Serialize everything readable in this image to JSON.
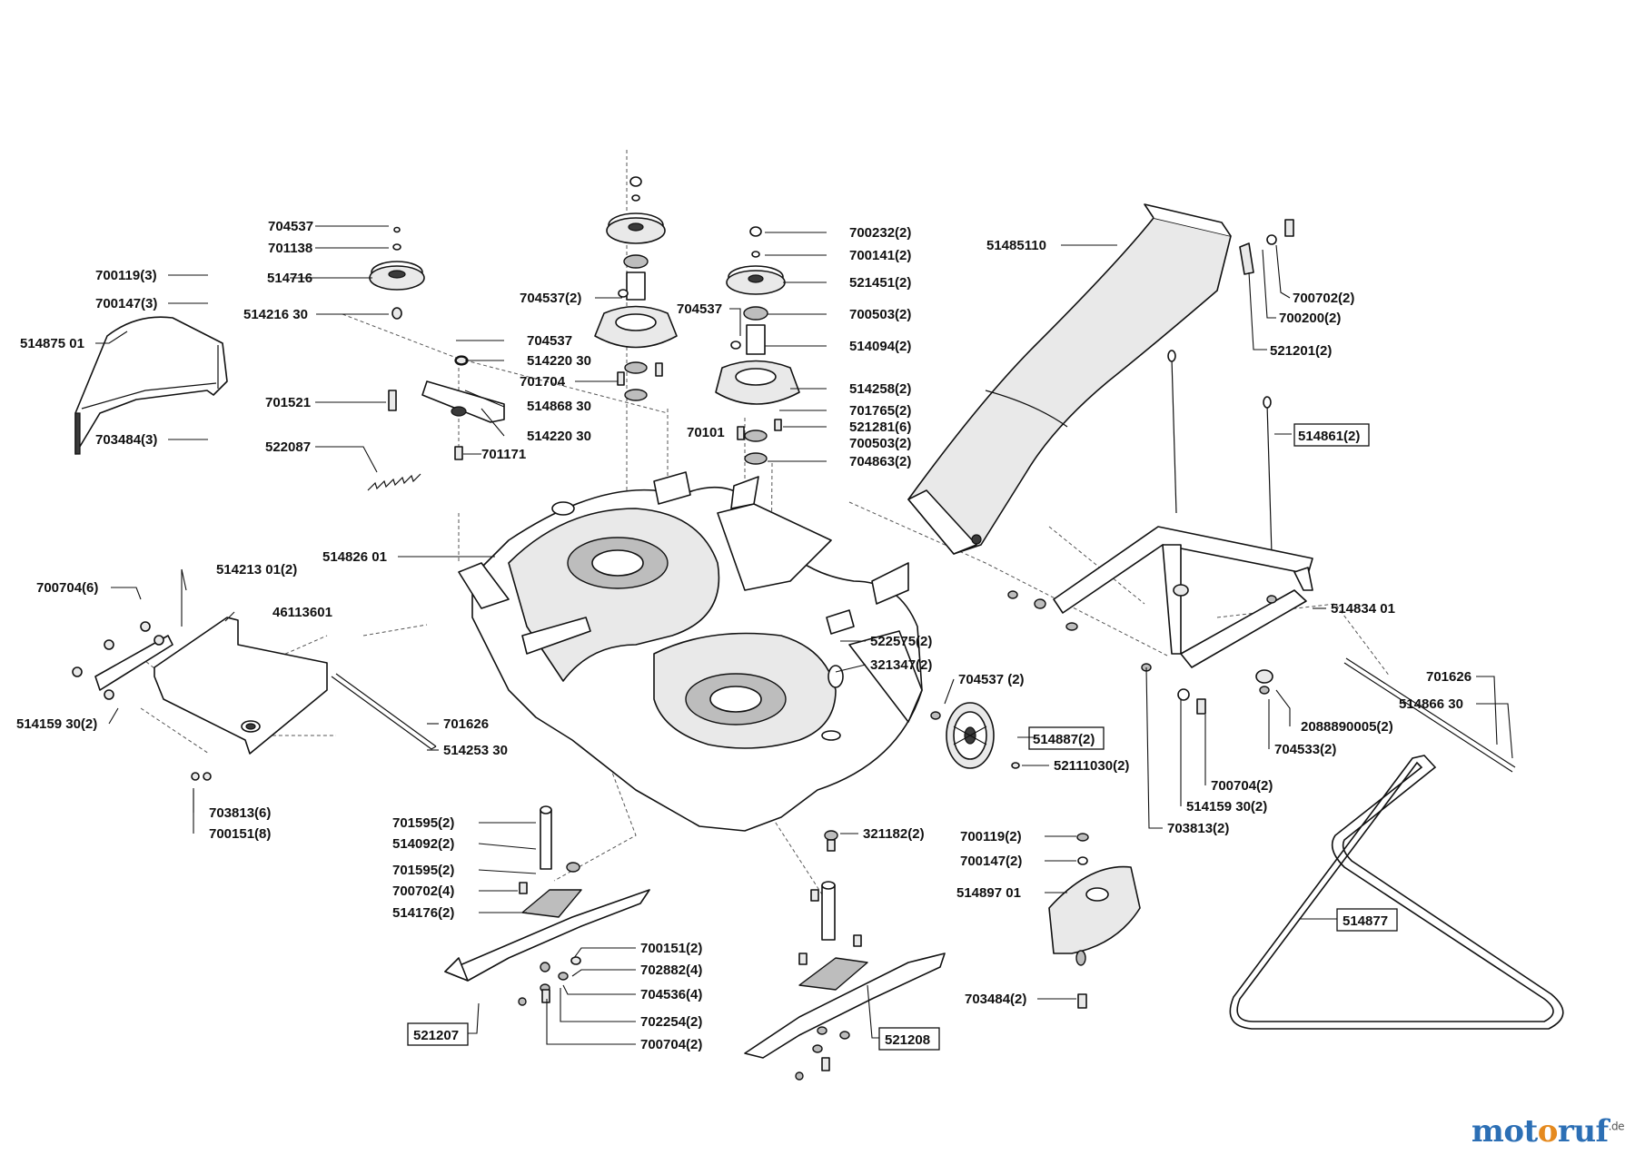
{
  "diagram": {
    "labels": [
      "704537",
      "701138",
      "700119(3)",
      "514716",
      "700147(3)",
      "514216 30",
      "514875 01",
      "703484(3)",
      "704537",
      "514220 30",
      "701521",
      "514868 30",
      "514220 30",
      "522087",
      "701171",
      "704537(2)",
      "701704",
      "704537",
      "70101",
      "700232(2)",
      "700141(2)",
      "521451(2)",
      "700503(2)",
      "514094(2)",
      "514258(2)",
      "701765(2)",
      "521281(6)",
      "700503(2)",
      "704863(2)",
      "51485110",
      "700702(2)",
      "700200(2)",
      "521201(2)",
      "514861(2)",
      "514826 01",
      "514213 01(2)",
      "700704(6)",
      "46113601",
      "514159 30(2)",
      "701626",
      "514253 30",
      "703813(6)",
      "700151(8)",
      "522575(2)",
      "321347(2)",
      "704537 (2)",
      "514887(2)",
      "52111030(2)",
      "514834 01",
      "701626",
      "514866 30",
      "2088890005(2)",
      "704533(2)",
      "700704(2)",
      "514159 30(2)",
      "703813(2)",
      "701595(2)",
      "514092(2)",
      "701595(2)",
      "700702(4)",
      "514176(2)",
      "321182(2)",
      "700119(2)",
      "700147(2)",
      "514897 01",
      "703484(2)",
      "700151(2)",
      "702882(4)",
      "704536(4)",
      "702254(2)",
      "700704(2)",
      "521207",
      "521208",
      "514877"
    ]
  },
  "brand": {
    "part1": "mot",
    "part2": "o",
    "part3": "ruf",
    "tld": ".de"
  }
}
